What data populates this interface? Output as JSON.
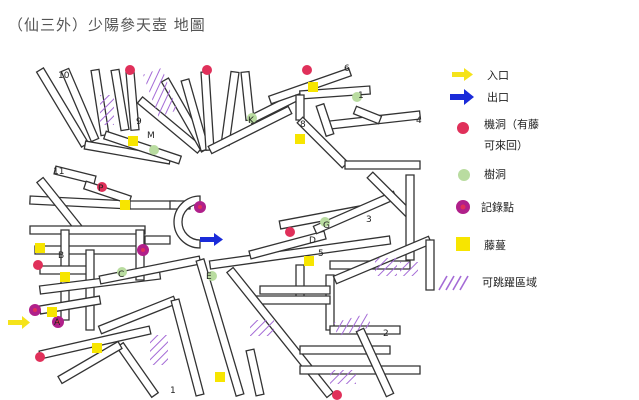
{
  "title": "（仙三外）少陽參天壺  地圖",
  "map_labels": [
    "10",
    "6",
    "1",
    "4",
    "K",
    "8",
    "M",
    "9",
    "11",
    "P",
    "G",
    "3",
    "D",
    "5",
    "B",
    "A",
    "C",
    "E",
    "2",
    "1"
  ],
  "legend": [
    {
      "symbol": "yellow-arrow",
      "text": "入口"
    },
    {
      "symbol": "blue-arrow",
      "text": "出口"
    },
    {
      "symbol": "red-dot",
      "text": "機洞（有藤"
    },
    {
      "symbol": "none",
      "text": "可來回）"
    },
    {
      "symbol": "green-dot",
      "text": "樹洞"
    },
    {
      "symbol": "purple-dot",
      "text": "記錄點"
    },
    {
      "symbol": "yellow-square",
      "text": "藤蔓"
    },
    {
      "symbol": "hatch",
      "text": "可跳躍區域"
    }
  ],
  "colors": {
    "entrance": "#f5e31a",
    "exit": "#1a2bd9",
    "hole": "#e0305a",
    "tree_hole": "#b9dca0",
    "save_point": "#b0208a",
    "vine": "#f7e500",
    "jump_hatch": "#a46bd6",
    "path": "#333333"
  }
}
